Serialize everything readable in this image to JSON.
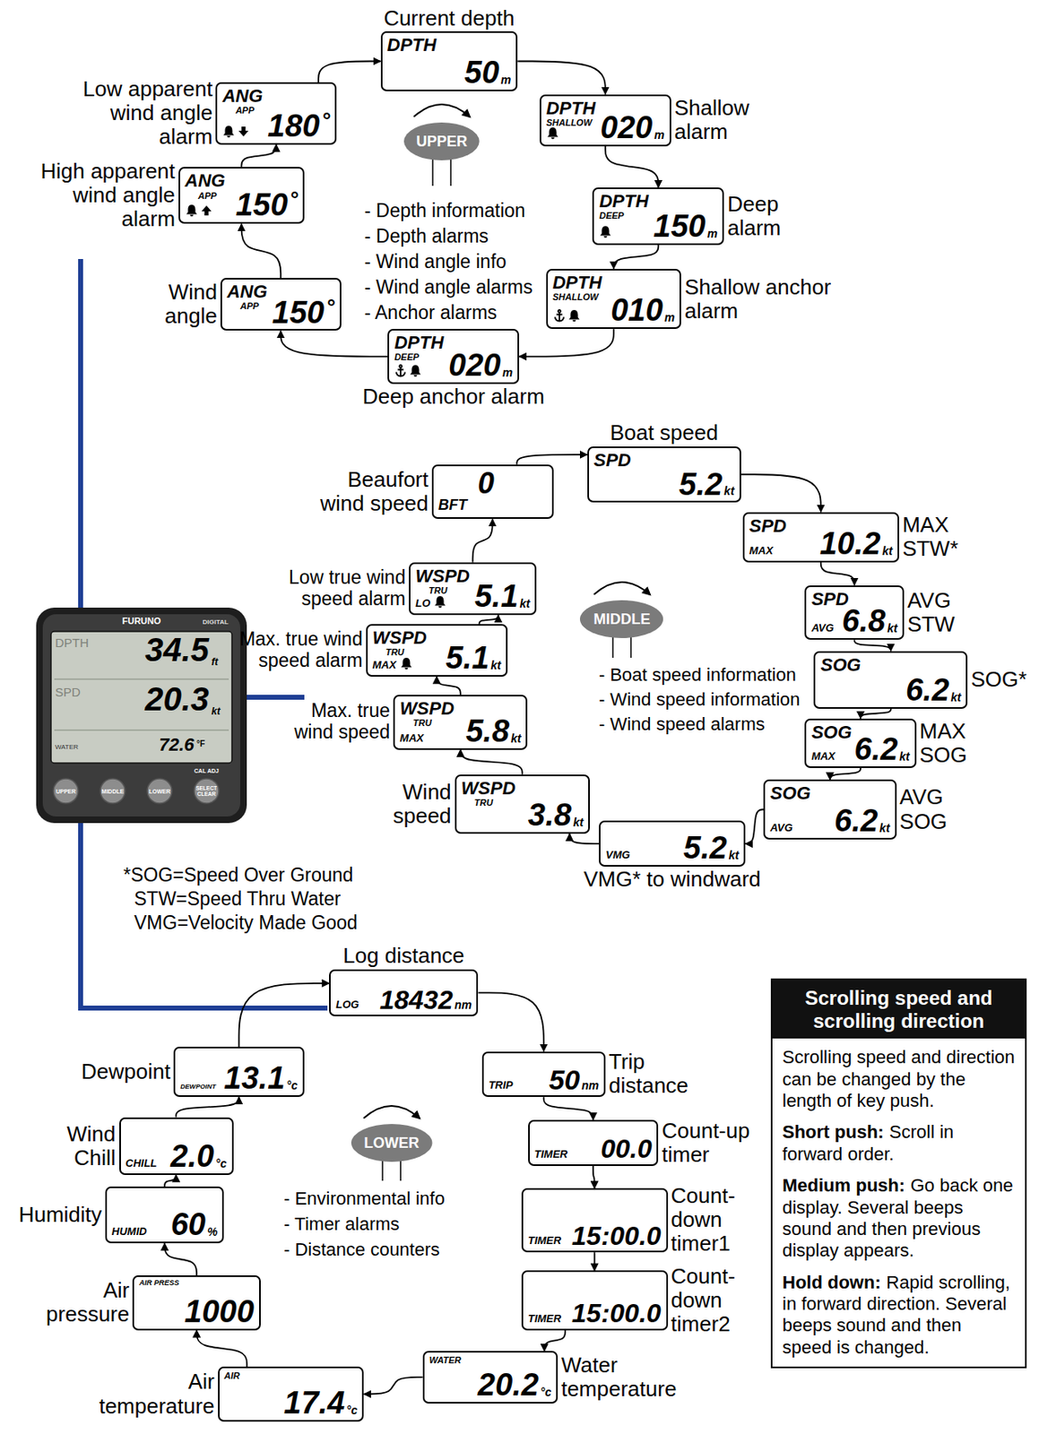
{
  "diagram": {
    "nodes": [
      {
        "text": [
          "Current depth",
          "DPTH",
          "50",
          "m"
        ]
      },
      {
        "text": [
          "Shallow alarm",
          "DPTH",
          "SHALLOW",
          "020",
          "m"
        ]
      },
      {
        "text": [
          "Deep alarm",
          "DPTH",
          "DEEP",
          "150",
          "m"
        ]
      },
      {
        "text": [
          "Shallow anchor alarm",
          "DPTH",
          "SHALLOW",
          "010",
          "m"
        ]
      },
      {
        "text": [
          "Deep anchor alarm",
          "DPTH",
          "DEEP",
          "020",
          "m"
        ]
      },
      {
        "text": [
          "Wind angle",
          "ANG",
          "APP",
          "150",
          "°"
        ]
      },
      {
        "text": [
          "High apparent wind angle alarm",
          "ANG",
          "APP",
          "150",
          "°"
        ]
      },
      {
        "text": [
          "Low apparent wind angle alarm",
          "ANG",
          "APP",
          "180",
          "°"
        ]
      },
      {
        "text": [
          "UPPER"
        ]
      },
      {
        "text": [
          "Boat speed",
          "SPD",
          "5.2",
          "kt"
        ]
      },
      {
        "text": [
          "MAX STW*",
          "SPD",
          "MAX",
          "10.2",
          "kt"
        ]
      },
      {
        "text": [
          "AVG STW",
          "SPD",
          "AVG",
          "6.8",
          "kt"
        ]
      },
      {
        "text": [
          "SOG*",
          "SOG",
          "6.2",
          "kt"
        ]
      },
      {
        "text": [
          "MAX SOG",
          "SOG",
          "MAX",
          "6.2",
          "kt"
        ]
      },
      {
        "text": [
          "AVG SOG",
          "SOG",
          "AVG",
          "6.2",
          "kt"
        ]
      },
      {
        "text": [
          "VMG* to windward",
          "VMG",
          "5.2",
          "kt"
        ]
      },
      {
        "text": [
          "Wind speed",
          "WSPD",
          "TRU",
          "3.8",
          "kt"
        ]
      },
      {
        "text": [
          "Max. true wind speed",
          "WSPD",
          "TRU",
          "MAX",
          "5.8",
          "kt"
        ]
      },
      {
        "text": [
          "Max. true wind speed alarm",
          "WSPD",
          "TRU",
          "MAX",
          "5.1",
          "kt"
        ]
      },
      {
        "text": [
          "Low true wind speed alarm",
          "WSPD",
          "TRU",
          "LO",
          "5.1",
          "kt"
        ]
      },
      {
        "text": [
          "Beaufort wind speed",
          "0",
          "BFT"
        ]
      },
      {
        "text": [
          "MIDDLE"
        ]
      },
      {
        "text": [
          "Log distance",
          "LOG",
          "18432",
          "nm"
        ]
      },
      {
        "text": [
          "Trip distance",
          "TRIP",
          "50",
          "nm"
        ]
      },
      {
        "text": [
          "Count-up timer",
          "TIMER",
          "00.0"
        ]
      },
      {
        "text": [
          "Count-down timer1",
          "TIMER",
          "15:00.0"
        ]
      },
      {
        "text": [
          "Count-down timer2",
          "TIMER",
          "15:00.0"
        ]
      },
      {
        "text": [
          "Water temperature",
          "WATER",
          "20.2",
          "°c"
        ]
      },
      {
        "text": [
          "Air temperature",
          "AIR",
          "17.4",
          "°c"
        ]
      },
      {
        "text": [
          "Air pressure",
          "AIR PRESS",
          "1000"
        ]
      },
      {
        "text": [
          "Humidity",
          "HUMID",
          "60",
          "%"
        ]
      },
      {
        "text": [
          "Wind Chill",
          "CHILL",
          "2.0",
          "°c"
        ]
      },
      {
        "text": [
          "Dewpoint",
          "DEWPOINT",
          "13.1",
          "°c"
        ]
      },
      {
        "text": [
          "LOWER"
        ]
      },
      {
        "text": [
          "Scrolling speed and scrolling direction",
          "Scrolling speed and direction can be changed by the length of key push.",
          "Short push:",
          "Scroll in forward order.",
          "Medium push:",
          "Go back one display. Several beeps sound and then previous display appears.",
          "Hold down:",
          "Rapid scrolling, in forward direction. Several beeps sound and then speed is changed."
        ]
      }
    ],
    "edges": [
      {
        "from": 0,
        "to": 1,
        "arrow": "to"
      },
      {
        "from": 1,
        "to": 2,
        "arrow": "to"
      },
      {
        "from": 2,
        "to": 3,
        "arrow": "to"
      },
      {
        "from": 3,
        "to": 4,
        "arrow": "to"
      },
      {
        "from": 4,
        "to": 5,
        "arrow": "to"
      },
      {
        "from": 5,
        "to": 6,
        "arrow": "to"
      },
      {
        "from": 6,
        "to": 7,
        "arrow": "to"
      },
      {
        "from": 7,
        "to": 0,
        "arrow": "to"
      },
      {
        "from": 9,
        "to": 10,
        "arrow": "to"
      },
      {
        "from": 10,
        "to": 11,
        "arrow": "to"
      },
      {
        "from": 11,
        "to": 12,
        "arrow": "to"
      },
      {
        "from": 12,
        "to": 13,
        "arrow": "to"
      },
      {
        "from": 13,
        "to": 14,
        "arrow": "to"
      },
      {
        "from": 14,
        "to": 15,
        "arrow": "to"
      },
      {
        "from": 15,
        "to": 16,
        "arrow": "to"
      },
      {
        "from": 16,
        "to": 17,
        "arrow": "to"
      },
      {
        "from": 17,
        "to": 18,
        "arrow": "to"
      },
      {
        "from": 18,
        "to": 19,
        "arrow": "to"
      },
      {
        "from": 19,
        "to": 20,
        "arrow": "to"
      },
      {
        "from": 20,
        "to": 9,
        "arrow": "to"
      },
      {
        "from": 22,
        "to": 23,
        "arrow": "to"
      },
      {
        "from": 23,
        "to": 24,
        "arrow": "to"
      },
      {
        "from": 24,
        "to": 25,
        "arrow": "to"
      },
      {
        "from": 25,
        "to": 26,
        "arrow": "to"
      },
      {
        "from": 26,
        "to": 27,
        "arrow": "to"
      },
      {
        "from": 27,
        "to": 28,
        "arrow": "to"
      },
      {
        "from": 28,
        "to": 29,
        "arrow": "to"
      },
      {
        "from": 29,
        "to": 30,
        "arrow": "to"
      },
      {
        "from": 30,
        "to": 31,
        "arrow": "to"
      },
      {
        "from": 31,
        "to": 32,
        "arrow": "to"
      },
      {
        "from": 32,
        "to": 22,
        "arrow": "to"
      }
    ],
    "labels": [
      "- Depth information",
      "- Depth alarms",
      "- Wind angle info",
      "- Wind angle alarms",
      "- Anchor alarms",
      "- Boat speed information",
      "- Wind speed information",
      "- Wind speed alarms",
      "*SOG=Speed Over Ground",
      "STW=Speed Thru Water",
      "VMG=Velocity Made Good",
      "- Environmental info",
      "- Timer alarms",
      "- Distance counters",
      "FURUNO",
      "DIGITAL",
      "DPTH",
      "34.5",
      "ft",
      "SPD",
      "20.3",
      "kt",
      "WATER",
      "72.6",
      "°F",
      "UPPER",
      "MIDDLE",
      "LOWER",
      "SELECT CLEAR",
      "CAL ADJ"
    ]
  }
}
